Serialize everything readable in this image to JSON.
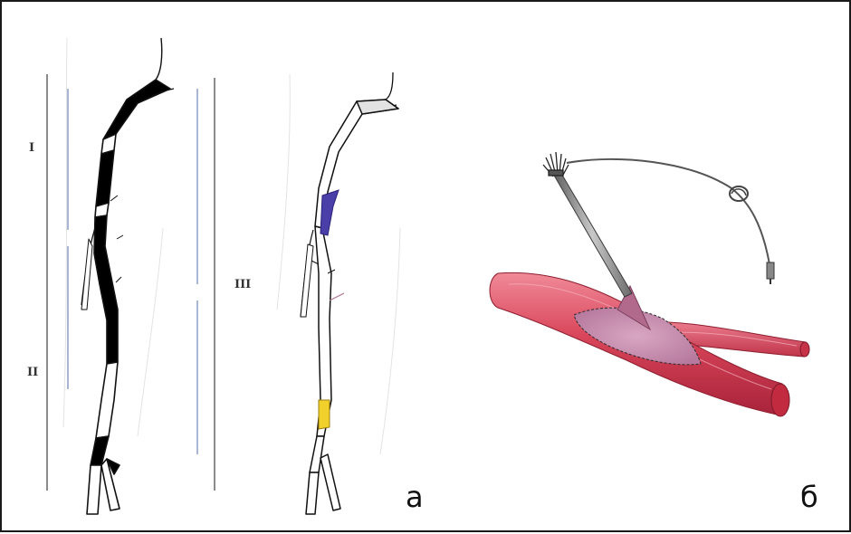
{
  "figure": {
    "segment_labels": {
      "seg1": "I",
      "seg2": "II",
      "seg3": "III"
    },
    "panel_labels": {
      "left": "а",
      "right": "б"
    }
  },
  "colors": {
    "occlusion": "#000000",
    "vessel_outline": "#111111",
    "marker_blue": "#6f87b6",
    "marker_gray": "#7a7a7a",
    "proximal_mark": "#4a3ea8",
    "distal_mark": "#f2d02c",
    "artery_red": "#d9455a",
    "artery_dark": "#b5283b",
    "opened_patch": "#c98fb0"
  },
  "icons": {
    "catheter": "stripping-catheter-icon",
    "brush": "brush-tip-icon",
    "loop": "catheter-loop-icon"
  }
}
